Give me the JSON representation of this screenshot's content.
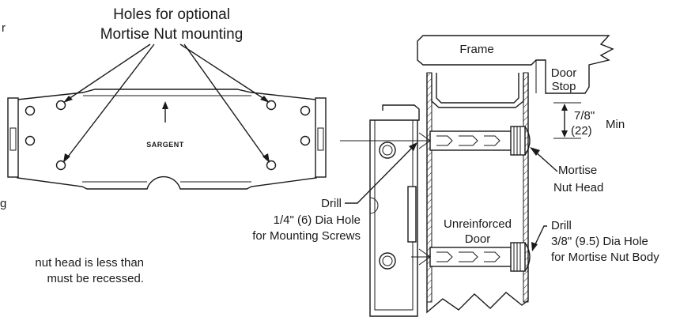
{
  "left": {
    "callout_line1": "Holes for optional",
    "callout_line2": "Mortise Nut mounting",
    "plate_logo": "SARGENT",
    "fragment_top": "r",
    "fragment_mid": "g",
    "note_line1": "nut head is less than",
    "note_line2": "must be recessed."
  },
  "right": {
    "frame": "Frame",
    "door_stop_line1": "Door",
    "door_stop_line2": "Stop",
    "dim_in": "7/8\"",
    "dim_mm": "(22)",
    "dim_min": "Min",
    "mortise_head_line1": "Mortise",
    "mortise_head_line2": "Nut Head",
    "drill1": "Drill",
    "drill1_size": "1/4\" (6) Dia Hole",
    "drill1_purpose": "for Mounting Screws",
    "door_line1": "Unreinforced",
    "door_line2": "Door",
    "drill2": "Drill",
    "drill2_size": "3/8\" (9.5) Dia Hole",
    "drill2_purpose": "for Mortise Nut Body"
  }
}
